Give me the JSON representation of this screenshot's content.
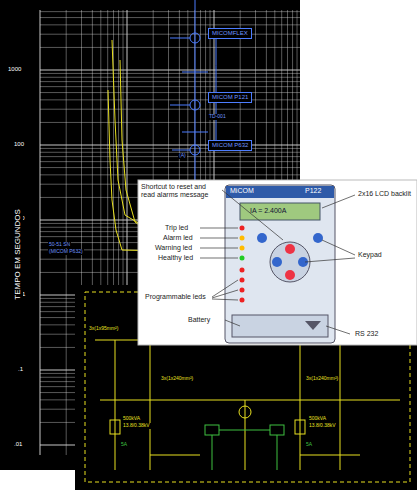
{
  "diagram": {
    "nodes": [
      {
        "text": [
          "MICOMFLEX"
        ]
      },
      {
        "text": [
          "MICOM P121"
        ]
      },
      {
        "text": [
          "MICOM P632"
        ]
      }
    ],
    "edges": [
      {
        "from": 0,
        "to": 1,
        "arrow": "none"
      },
      {
        "from": 1,
        "to": 2,
        "arrow": "none"
      }
    ],
    "labels": [
      "1000",
      "100",
      "10",
      "1",
      ".1",
      ".01",
      "TEMPO EM SEGUNDOS",
      "50-51 SN",
      "(MICOM P632)",
      "TD-001",
      "(A)",
      "Shortcut to reset and read alarms message",
      "Trip led",
      "Alarm led",
      "Warning led",
      "Healthy led",
      "Programmable leds",
      "Battery",
      "RS 232",
      "2x16 LCD backlit",
      "Keypad",
      "MiCOM",
      "P122",
      "IA = 2.400A",
      "3x(1x95mm²)",
      "3x(1x240mm²)",
      "3x(1x240mm²)",
      "500kVA",
      "500kVA",
      "13.8/0.38kV",
      "13.8/0.38kV",
      "5A",
      "5A"
    ]
  }
}
